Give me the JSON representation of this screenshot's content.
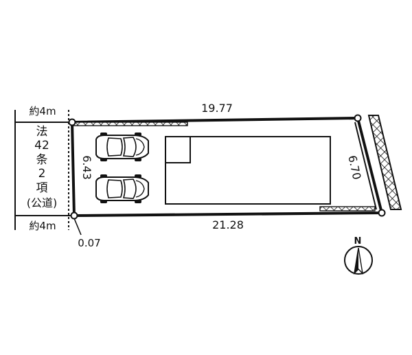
{
  "road": {
    "width_top": "約4m",
    "width_bottom": "約4m",
    "label_lines": [
      "法",
      "42",
      "条",
      "2",
      "項",
      "(公道)"
    ]
  },
  "dimensions": {
    "top": "19.77",
    "bottom": "21.28",
    "left": "6.43",
    "right": "6.70",
    "setback": "0.07"
  },
  "compass": {
    "label": "N"
  },
  "colors": {
    "ink": "#111111",
    "paper": "#ffffff"
  },
  "icons": [
    "car-icon",
    "car-icon",
    "compass-icon"
  ]
}
